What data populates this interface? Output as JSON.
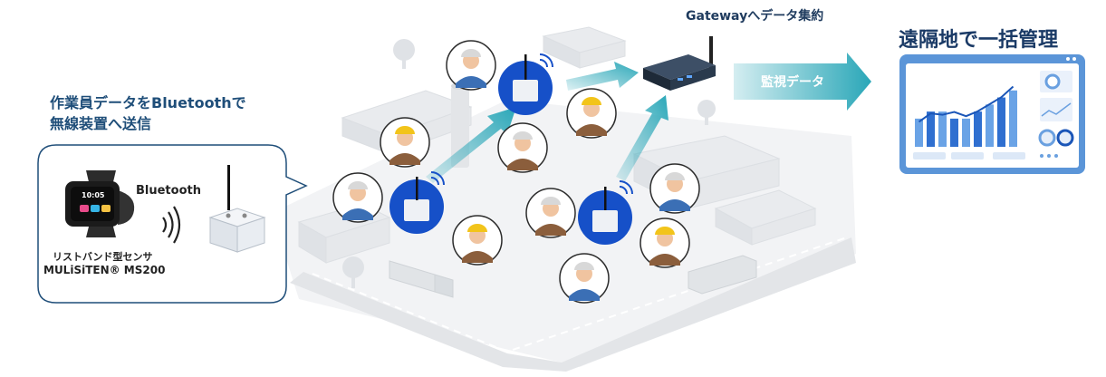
{
  "left_caption": {
    "line1": "作業員データをBluetoothで",
    "line2": "無線装置へ送信"
  },
  "bubble": {
    "protocol_label": "Bluetooth",
    "device_name_line1": "リストバンド型センサ",
    "device_name_line2": "MULiSiTEN® MS200",
    "watch_time": "10:05"
  },
  "gateway_label": "Gatewayへデータ集約",
  "arrow_label": "監視データ",
  "right_title": "遠隔地で一括管理",
  "colors": {
    "dark_blue": "#1f4e79",
    "node_blue": "#1650c8",
    "arrow_teal": "#2aa7b8",
    "dashboard_frame": "#5b95d8",
    "bubble_border": "#1f4e79"
  },
  "dashboard_chart": {
    "type": "bar",
    "values": [
      4,
      5,
      5,
      4,
      4,
      5,
      6,
      7,
      8
    ],
    "trend": [
      2,
      3.2,
      3,
      3.4,
      2.8,
      3.5,
      4.5,
      5.5,
      7
    ]
  }
}
